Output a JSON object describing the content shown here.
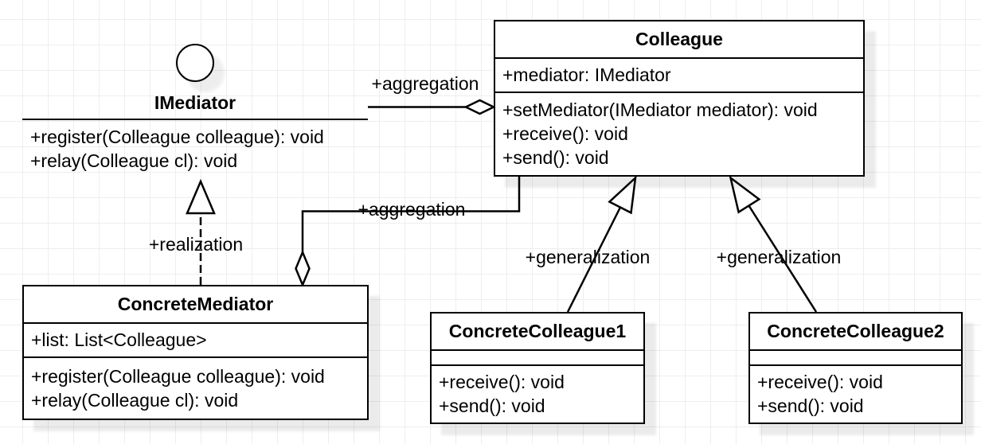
{
  "canvas": {
    "background_color": "#ffffff",
    "grid_color": "#eeeeee",
    "stroke_color": "#000000",
    "shadow_color": "rgba(0,0,0,0.08)"
  },
  "classes": {
    "imediator": {
      "name": "IMediator",
      "kind": "interface",
      "icon": "interface-circle",
      "methods": [
        "+register(Colleague colleague): void",
        "+relay(Colleague cl): void"
      ]
    },
    "colleague": {
      "name": "Colleague",
      "kind": "class",
      "attributes": [
        "+mediator: IMediator"
      ],
      "methods": [
        "+setMediator(IMediator mediator): void",
        "+receive(): void",
        "+send(): void"
      ]
    },
    "concrete_mediator": {
      "name": "ConcreteMediator",
      "kind": "class",
      "attributes": [
        "+list: List<Colleague>"
      ],
      "methods": [
        "+register(Colleague colleague): void",
        "+relay(Colleague cl): void"
      ]
    },
    "concrete_colleague1": {
      "name": "ConcreteColleague1",
      "kind": "class",
      "attributes": [],
      "methods": [
        "+receive(): void",
        "+send(): void"
      ]
    },
    "concrete_colleague2": {
      "name": "ConcreteColleague2",
      "kind": "class",
      "attributes": [],
      "methods": [
        "+receive(): void",
        "+send(): void"
      ]
    }
  },
  "edges": {
    "aggregation_imediator_colleague": {
      "label": "+aggregation",
      "type": "aggregation"
    },
    "aggregation_colleague_concretemediator": {
      "label": "+aggregation",
      "type": "aggregation"
    },
    "realization_concretemediator_imediator": {
      "label": "+realization",
      "type": "realization"
    },
    "generalization_concretecolleague1_colleague": {
      "label": "+generalization",
      "type": "generalization"
    },
    "generalization_concretecolleague2_colleague": {
      "label": "+generalization",
      "type": "generalization"
    }
  }
}
